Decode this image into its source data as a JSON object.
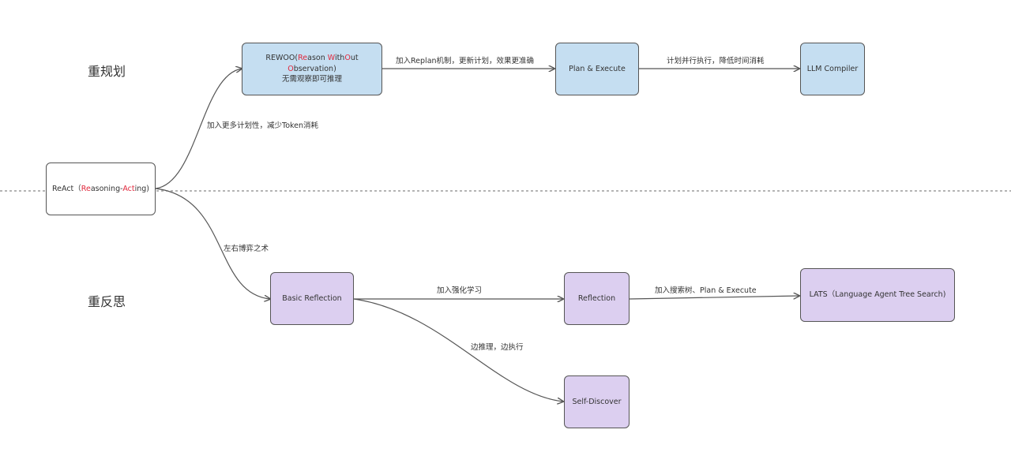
{
  "section_labels": {
    "replan": "重规划",
    "reflect": "重反思"
  },
  "nodes": {
    "react": {
      "prefix": "ReAct（",
      "r1": "Re",
      "mid": "asoning-",
      "r2": "Act",
      "suffix": "ing)"
    },
    "rewoo": {
      "l1_a": "REWOO(",
      "l1_b": "Re",
      "l1_c": "ason ",
      "l1_d": "W",
      "l1_e": "ith",
      "l1_f": "O",
      "l1_g": "ut ",
      "l1_h": "O",
      "l1_i": "bservation)",
      "line2": "无需观察即可推理"
    },
    "plan_execute": "Plan & Execute",
    "llm_compiler": "LLM Compiler",
    "basic_reflection": "Basic Reflection",
    "reflection": "Reflection",
    "lats": "LATS（Language Agent Tree Search)",
    "self_discover": "Self-Discover"
  },
  "edge_labels": {
    "react_to_rewoo": "加入更多计划性，减少Token消耗",
    "rewoo_to_plan": "加入Replan机制，更新计划，效果更准确",
    "plan_to_compiler": "计划并行执行，降低时间消耗",
    "react_to_basic": "左右博弈之术",
    "basic_to_reflection": "加入强化学习",
    "reflection_to_lats": "加入搜索树、Plan & Execute",
    "basic_to_selfdiscover": "边推理，边执行"
  },
  "colors": {
    "blue_node": "#c5def1",
    "purple_node": "#dccff0",
    "highlight_red": "#e0283c",
    "line": "#555555"
  }
}
